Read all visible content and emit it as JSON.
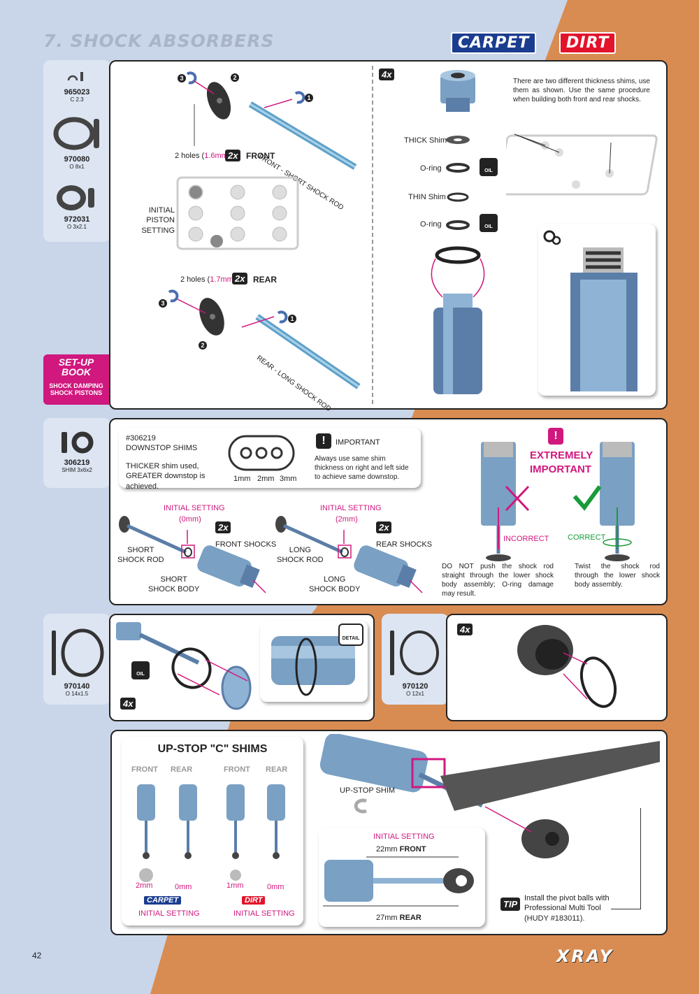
{
  "header": {
    "title": "7. SHOCK ABSORBERS",
    "brand_carpet": "CARPET",
    "brand_dirt": "DIRT"
  },
  "colors": {
    "accent": "#d0187e",
    "background_blue": "#c9d6ea",
    "background_orange": "#d98c52",
    "part_blue": "#5b7ea8"
  },
  "parts": {
    "p1": {
      "no": "965023",
      "size": "C 2.3"
    },
    "p2": {
      "no": "970080",
      "size": "O 8x1"
    },
    "p3": {
      "no": "972031",
      "size": "O 3x2.1"
    },
    "p4": {
      "no": "306219",
      "size": "SHIM 3x6x2"
    },
    "p5": {
      "no": "970140",
      "size": "O 14x1.5"
    },
    "p6": {
      "no": "970120",
      "size": "O 12x1"
    }
  },
  "setup_book": {
    "title1": "SET-UP",
    "title2": "BOOK",
    "line1": "SHOCK DAMPING",
    "line2": "SHOCK PISTONS"
  },
  "step1": {
    "front_rod": "FRONT - SHORT SHOCK ROD",
    "rear_rod": "REAR - LONG SHOCK ROD",
    "front_holes_pre": "2 holes (",
    "front_holes_val": "1.6mm",
    "front_holes_post": ")",
    "rear_holes_pre": "2 holes (",
    "rear_holes_val": "1.7mm",
    "rear_holes_post": ")",
    "qty": "2x",
    "front": "FRONT",
    "rear": "REAR",
    "initial_piston": "INITIAL PISTON",
    "setting": "SETTING",
    "n1": "1",
    "n2": "2",
    "n3": "3"
  },
  "step2": {
    "qty": "4x",
    "note": "There are two different thickness shims, use them as shown. Use the same procedure when building both front and rear shocks.",
    "thick_shim": "THICK Shim",
    "oring1": "O-ring",
    "thin_shim": "THIN Shim",
    "oring2": "O-ring",
    "oil": "OIL"
  },
  "step3": {
    "code": "#306219",
    "downstop": "DOWNSTOP SHIMS",
    "thicker": "THICKER shim used, GREATER downstop is achieved.",
    "mm1": "1mm",
    "mm2": "2mm",
    "mm3": "3mm",
    "important": "IMPORTANT",
    "important_text": "Always use same shim thickness on right and left side to achieve same downstop.",
    "initial_setting": "INITIAL SETTING",
    "front_val": "(0mm)",
    "rear_val": "(2mm)",
    "qty": "2x",
    "front_shocks": "FRONT SHOCKS",
    "rear_shocks": "REAR SHOCKS",
    "short_rod1": "SHORT",
    "short_rod2": "SHOCK ROD",
    "short_body1": "SHORT",
    "short_body2": "SHOCK BODY",
    "long_rod1": "LONG",
    "long_rod2": "SHOCK ROD",
    "long_body1": "LONG",
    "long_body2": "SHOCK BODY",
    "extremely1": "EXTREMELY",
    "extremely2": "IMPORTANT",
    "incorrect": "INCORRECT",
    "correct": "CORRECT",
    "incorrect_text": "DO NOT push the shock rod straight through the lower shock body assembly; O-ring damage may result.",
    "correct_text": "Twist the shock rod through the lower shock body assembly."
  },
  "step4": {
    "qty": "4x",
    "oil": "OIL",
    "detail": "DETAIL"
  },
  "step5": {
    "qty": "4x"
  },
  "step6": {
    "upstop_title": "UP-STOP \"C\" SHIMS",
    "front": "FRONT",
    "rear": "REAR",
    "carpet_front": "2mm",
    "carpet_rear": "0mm",
    "dirt_front": "1mm",
    "dirt_rear": "0mm",
    "carpet": "CARPET",
    "dirt": "DIRT",
    "initial_setting": "INITIAL SETTING",
    "upstop_shim": "UP-STOP SHIM",
    "front_len_val": "22mm",
    "rear_len_val": "27mm",
    "tip": "TIP",
    "tip_text": "Install the pivot balls with Professional Multi Tool (HUDY #183011)."
  },
  "footer": {
    "page": "42",
    "logo": "XRAY"
  }
}
